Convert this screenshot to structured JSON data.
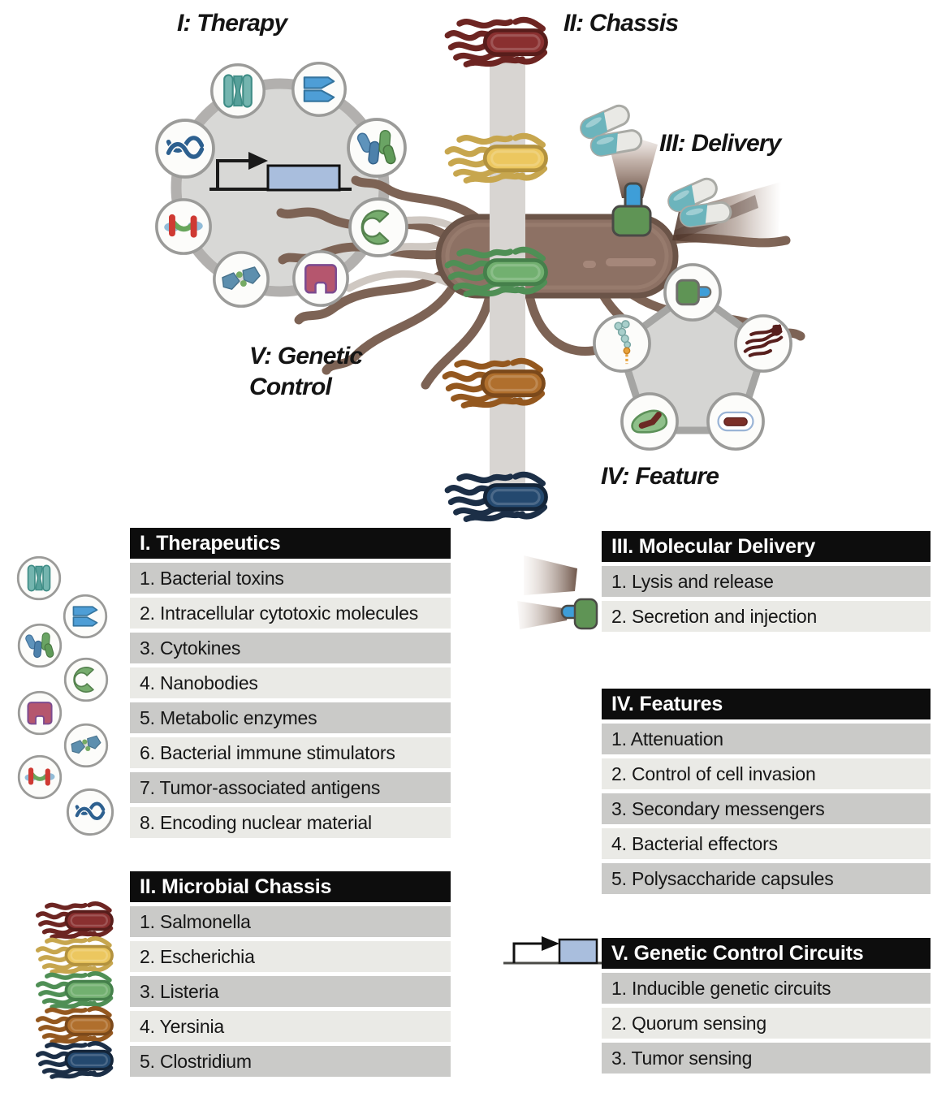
{
  "diagram": {
    "labels": {
      "therapy": "I: Therapy",
      "chassis": "II: Chassis",
      "delivery": "III: Delivery",
      "feature": "IV: Feature",
      "genetic1": "V: Genetic",
      "genetic2": "Control"
    },
    "icon_names": {
      "therapy_ring": [
        "membrane-pore-icon",
        "cytotoxic-molecule-icon",
        "dna-helix-icon",
        "cytokine-icon",
        "tumor-antigen-icon",
        "nanobody-icon",
        "immune-stimulator-icon",
        "metabolic-enzyme-icon",
        "promoter-gene-icon"
      ],
      "chassis_bar": [
        "salmonella-icon",
        "escherichia-icon",
        "listeria-icon",
        "yersinia-icon",
        "clostridium-icon"
      ],
      "delivery": [
        "pill-capsule-icon",
        "secretion-pump-icon",
        "release-burst-icon"
      ],
      "feature_pentagon": [
        "bacterial-effector-icon",
        "sugar-chain-icon",
        "flagella-icon",
        "cell-invasion-icon",
        "polysaccharide-capsule-icon"
      ]
    }
  },
  "lists": {
    "therapeutics": {
      "header": "I.  Therapeutics",
      "items": [
        "1. Bacterial toxins",
        "2. Intracellular cytotoxic molecules",
        "3. Cytokines",
        "4. Nanobodies",
        "5. Metabolic enzymes",
        "6. Bacterial immune stimulators",
        "7. Tumor-associated antigens",
        "8. Encoding nuclear material"
      ]
    },
    "chassis": {
      "header": "II. Microbial Chassis",
      "items": [
        "1. Salmonella",
        "2. Escherichia",
        "3. Listeria",
        "4. Yersinia",
        "5. Clostridium"
      ]
    },
    "delivery": {
      "header": "III. Molecular Delivery",
      "items": [
        "1. Lysis and release",
        "2. Secretion and injection"
      ]
    },
    "features": {
      "header": "IV. Features",
      "items": [
        "1. Attenuation",
        "2. Control of cell invasion",
        "3. Secondary messengers",
        "4. Bacterial effectors",
        "5. Polysaccharide capsules"
      ]
    },
    "genetic": {
      "header": "V. Genetic Control Circuits",
      "items": [
        "1. Inducible genetic circuits",
        "2. Quorum sensing",
        "3. Tumor sensing"
      ]
    }
  },
  "colors": {
    "header_bg": "#0d0d0d",
    "header_text": "#ffffff",
    "row_dark": "#cacac8",
    "row_light": "#eaeae6",
    "salmonella": "#8a3030",
    "escherichia": "#ecc75f",
    "listeria": "#72b070",
    "yersinia": "#b06f2d",
    "clostridium": "#24496f",
    "host_bacterium": "#8d7164",
    "plasmid_ring": "#d8d8d6",
    "gene_box": "#a9bedd",
    "pill_teal": "#6cb4bc"
  }
}
